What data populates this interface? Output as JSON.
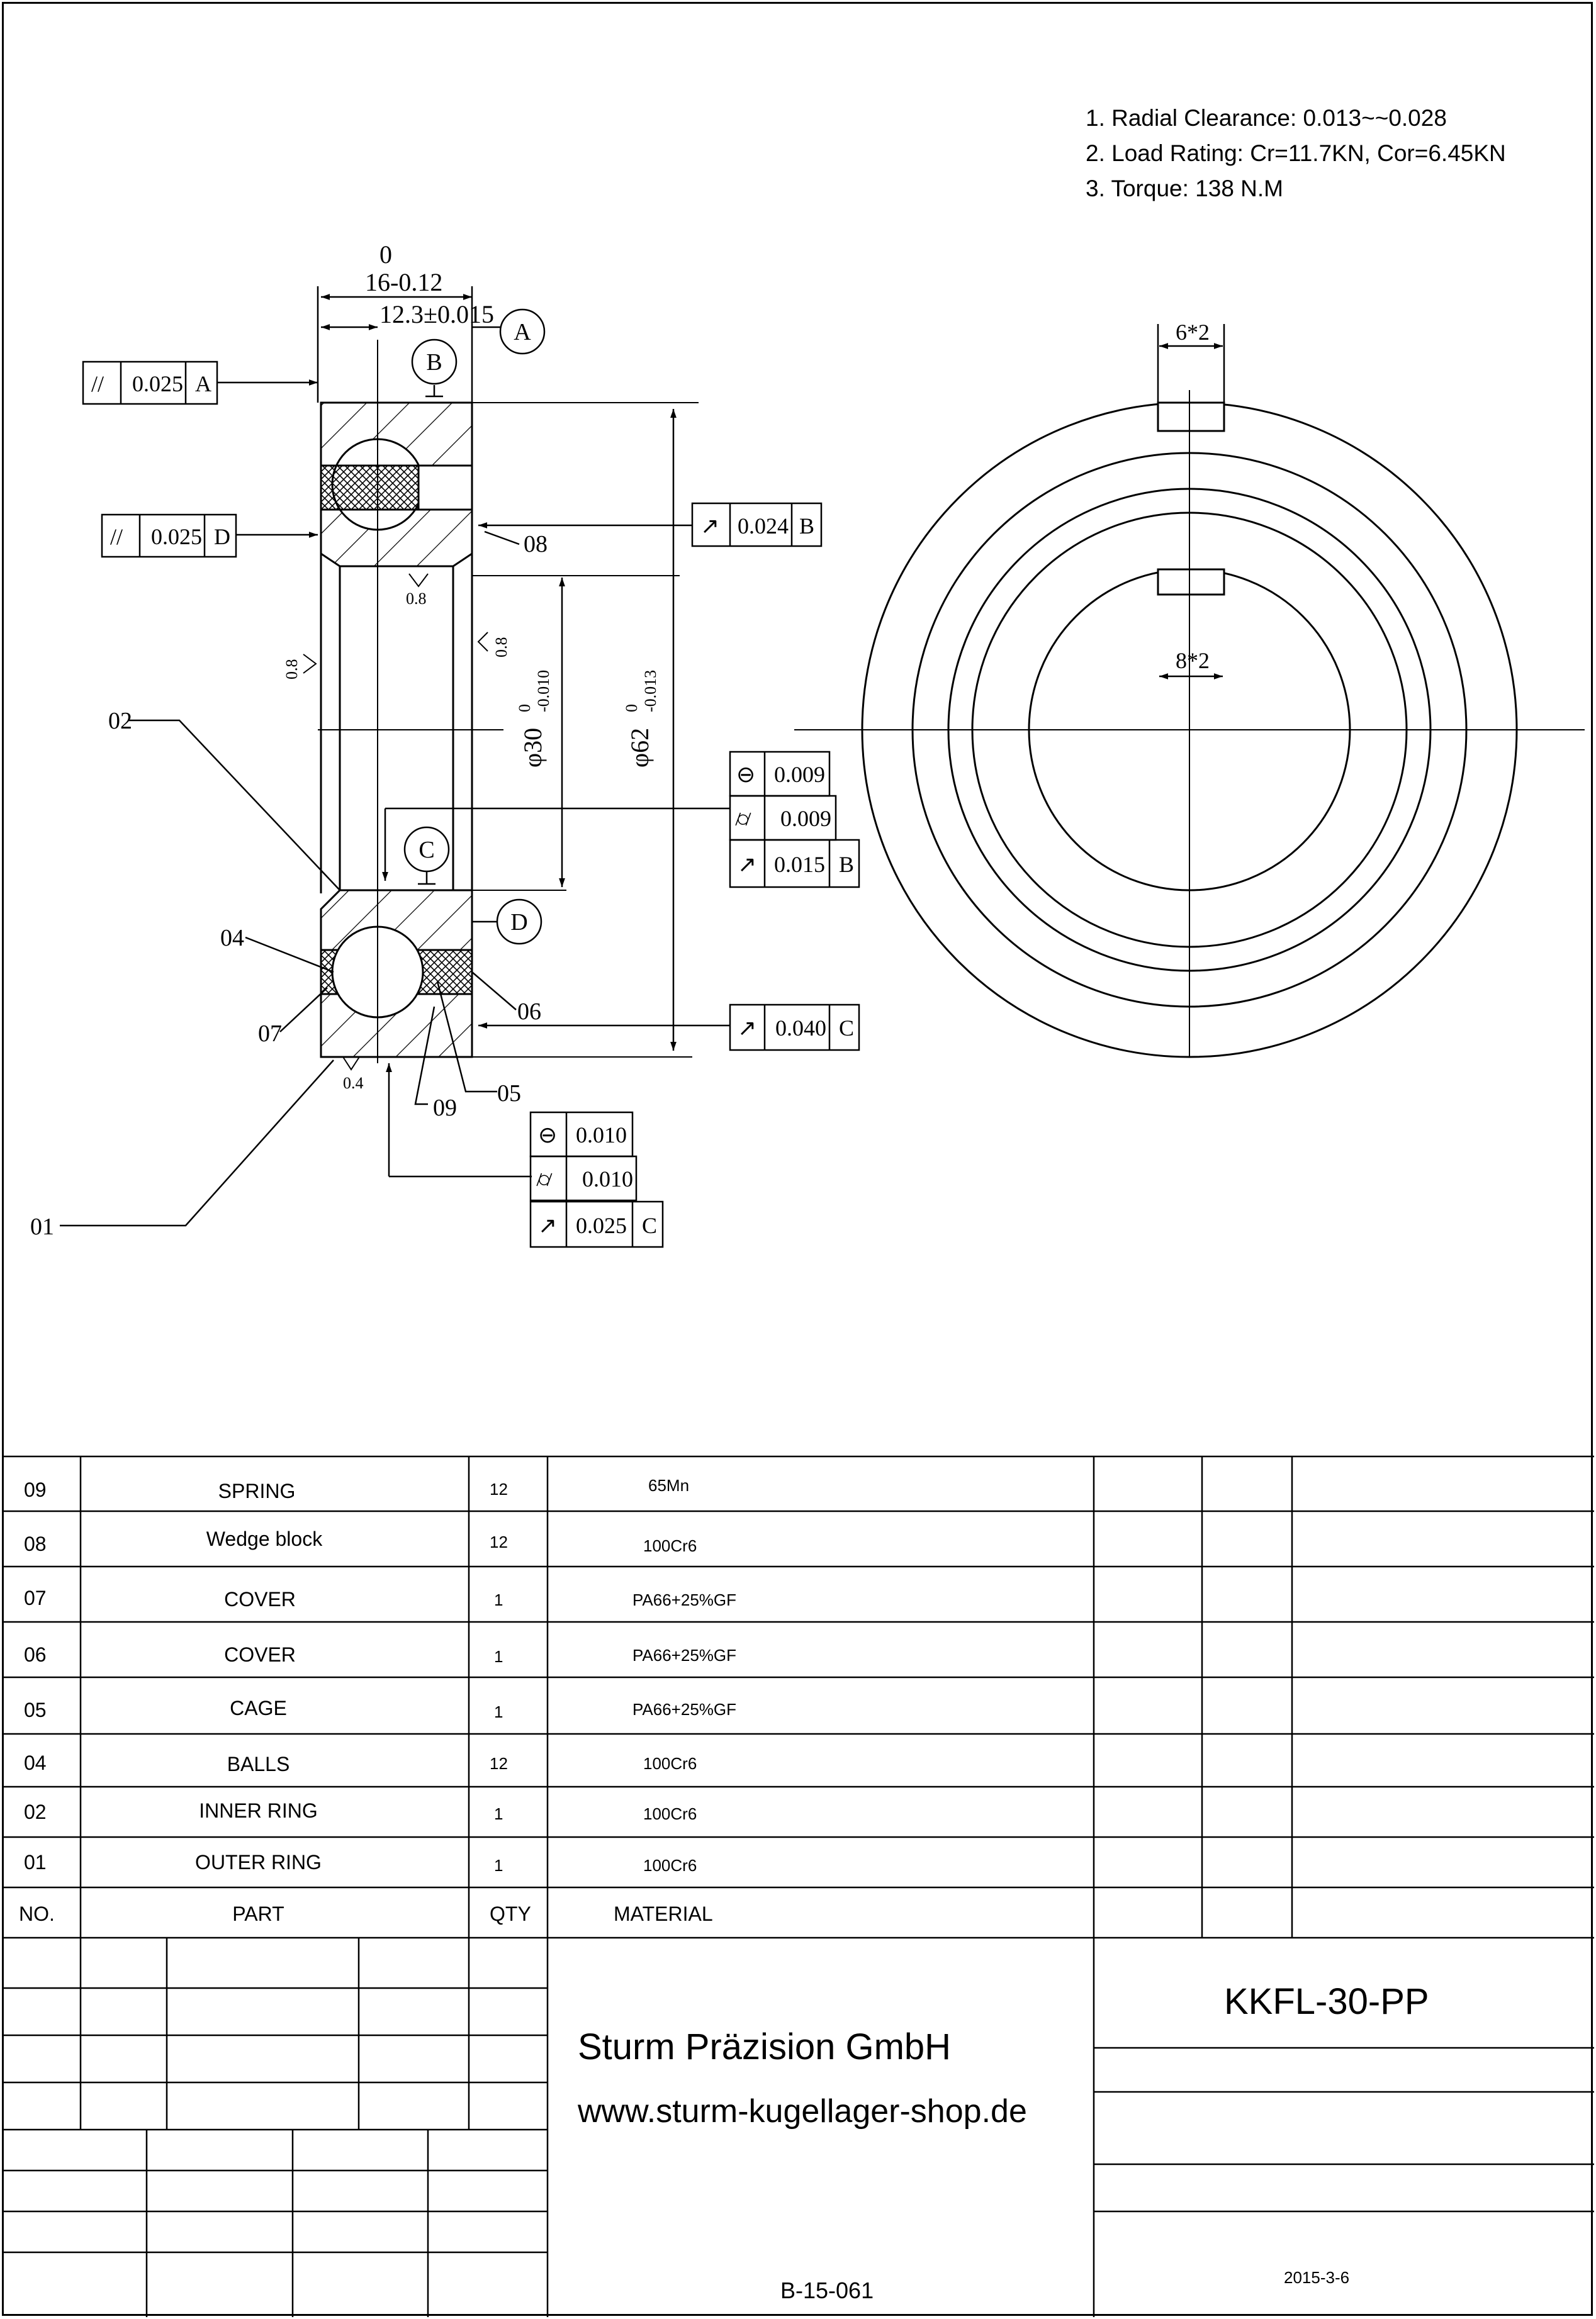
{
  "notes": [
    "1. Radial Clearance: 0.013~~0.028",
    "2. Load Rating: Cr=11.7KN, Cor=6.45KN",
    "3. Torque: 138 N.M"
  ],
  "dimensions": {
    "width_tol_upper": "0",
    "width": "16-0.12",
    "offset": "12.3±0.015",
    "bore": "φ30",
    "bore_tol": "0",
    "bore_tol_low": "-0.010",
    "od": "φ62",
    "od_tol": "0",
    "od_tol_low": "-0.013",
    "slot_outer": "6*2",
    "slot_inner": "8*2",
    "rough_a": "0.8",
    "rough_b": "0.8",
    "rough_c": "0.8",
    "rough_d": "0.4"
  },
  "datums": {
    "a": "A",
    "b": "B",
    "c": "C",
    "d": "D"
  },
  "tolerances": {
    "par_a": {
      "symbol": "//",
      "value": "0.025",
      "datum": "A"
    },
    "par_d": {
      "symbol": "//",
      "value": "0.025",
      "datum": "D"
    },
    "run_b": {
      "symbol": "↗",
      "value": "0.024",
      "datum": "B"
    },
    "round1": {
      "symbol": "⊖",
      "value": "0.009"
    },
    "cyl1": {
      "symbol": "⌭",
      "value": "0.009"
    },
    "run1": {
      "symbol": "↗",
      "value": "0.015",
      "datum": "B"
    },
    "run_c": {
      "symbol": "↗",
      "value": "0.040",
      "datum": "C"
    },
    "round2": {
      "symbol": "⊖",
      "value": "0.010"
    },
    "cyl2": {
      "symbol": "⌭",
      "value": "0.010"
    },
    "run2": {
      "symbol": "↗",
      "value": "0.025",
      "datum": "C"
    }
  },
  "balloons": {
    "b01": "01",
    "b02": "02",
    "b04": "04",
    "b05": "05",
    "b06": "06",
    "b07": "07",
    "b08": "08",
    "b09": "09"
  },
  "parts_header": {
    "no": "NO.",
    "part": "PART",
    "qty": "QTY",
    "material": "MATERIAL"
  },
  "parts": [
    {
      "no": "09",
      "part": "SPRING",
      "qty": "12",
      "material": "65Mn"
    },
    {
      "no": "08",
      "part": "Wedge block",
      "qty": "12",
      "material": "100Cr6"
    },
    {
      "no": "07",
      "part": "COVER",
      "qty": "1",
      "material": "PA66+25%GF"
    },
    {
      "no": "06",
      "part": "COVER",
      "qty": "1",
      "material": "PA66+25%GF"
    },
    {
      "no": "05",
      "part": "CAGE",
      "qty": "1",
      "material": "PA66+25%GF"
    },
    {
      "no": "04",
      "part": "BALLS",
      "qty": "12",
      "material": "100Cr6"
    },
    {
      "no": "02",
      "part": "INNER RING",
      "qty": "1",
      "material": "100Cr6"
    },
    {
      "no": "01",
      "part": "OUTER RING",
      "qty": "1",
      "material": "100Cr6"
    }
  ],
  "title_block": {
    "company": "Sturm Präzision GmbH",
    "website": "www.sturm-kugellager-shop.de",
    "part_number": "KKFL-30-PP",
    "drawing_no": "B-15-061",
    "date": "2015-3-6"
  }
}
